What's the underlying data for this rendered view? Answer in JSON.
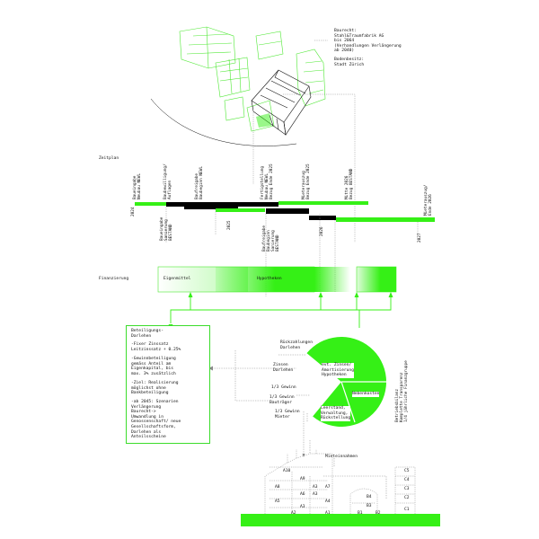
{
  "colors": {
    "green": "#35f016",
    "dark_green": "#2fb81e",
    "black": "#000000",
    "grey": "#8a8a8a"
  },
  "building_info": {
    "baurecht": [
      "Baurecht:",
      "Stahl&Traumfabrik AG",
      "bis 2064",
      "(Verhandlungen Verlängerung",
      "ab 2040)"
    ],
    "bodenbesitz": [
      "Bodenbesitz:",
      "Stadt Zürich"
    ]
  },
  "zeitplan": {
    "title": "Zeitplan",
    "upper_labels": [
      "Baueingabe\nNeubau NEWL",
      "Baubewilligung/\nAuflagen",
      "Baufreigabe\nBaubeginn NEWL",
      "Fertigstellung\nNeubau NEWL\nBezug Ende 2025",
      "Mieterauszug\nBezug Ende 2025",
      "Mitte 2026\nBezug BESTAND",
      "Mieterauszug/\nEnde 2026"
    ],
    "lower_labels": [
      "Baueingabe\nSanierung\nBESTAND",
      "Baufreigabe\nBaubeginn\nSanierung\nBESTAND"
    ],
    "years": [
      "2024",
      "2025",
      "2026",
      "2027"
    ]
  },
  "finanzierung": {
    "title": "Finanzierung",
    "eigenmittel": "Eigenmittel",
    "hypotheken": "Hypotheken"
  },
  "darlehen": {
    "title": "Beteiligungs-\nDarlehen",
    "items": [
      "-Fixer Zinssatz\nLeitzinssatz + 0.25%",
      "-Gewinnbeteiligung\ngemäss Anteil am\nEigenkapital, bis\nmax. 3% zusätzlich",
      "-Ziel: Realisierung\nmöglichst ohne\nBankbeteiligung",
      "-ab 2045: Szenarien\nVerlängerung\nBaurecht->\nUmwandlung in\nGenossenschaft/ neue\nGesellschaftsform,\nDarlehen als\nAnteilsscheine"
    ]
  },
  "flows": {
    "rueckzahlungen": "Rückzahlungen\nDarlehen",
    "zinsen": "Zinsen\nDarlehen",
    "gewinn_1": "1/3 Gewinn",
    "gewinn_bautraeger": "1/3 Gewinn\nBauträger",
    "gewinn_mieter": "1/3 Gewinn\nMieter",
    "mieteinnahmen": "Mieteinnahmen"
  },
  "pie": {
    "segments": [
      {
        "label": "evt. Zinsen/\nAmortisierung\nHypotheken"
      },
      {
        "label": "Nebenkosten"
      },
      {
        "label": "Leerstand,\nVerwaltung,\nRückstellung"
      }
    ],
    "side_label": "Betriebsbilanz\nKomplette Transparenz\n1/4 jährliche Finanzgruppe"
  },
  "units": {
    "a": [
      "A10",
      "A9",
      "A8",
      "A7",
      "A6",
      "A5",
      "A4",
      "A3",
      "A3",
      "A3",
      "A2",
      "A1"
    ],
    "b": [
      "B4",
      "B3",
      "B1",
      "B2"
    ],
    "c": [
      "C5",
      "C4",
      "C3",
      "C2",
      "C1"
    ]
  }
}
